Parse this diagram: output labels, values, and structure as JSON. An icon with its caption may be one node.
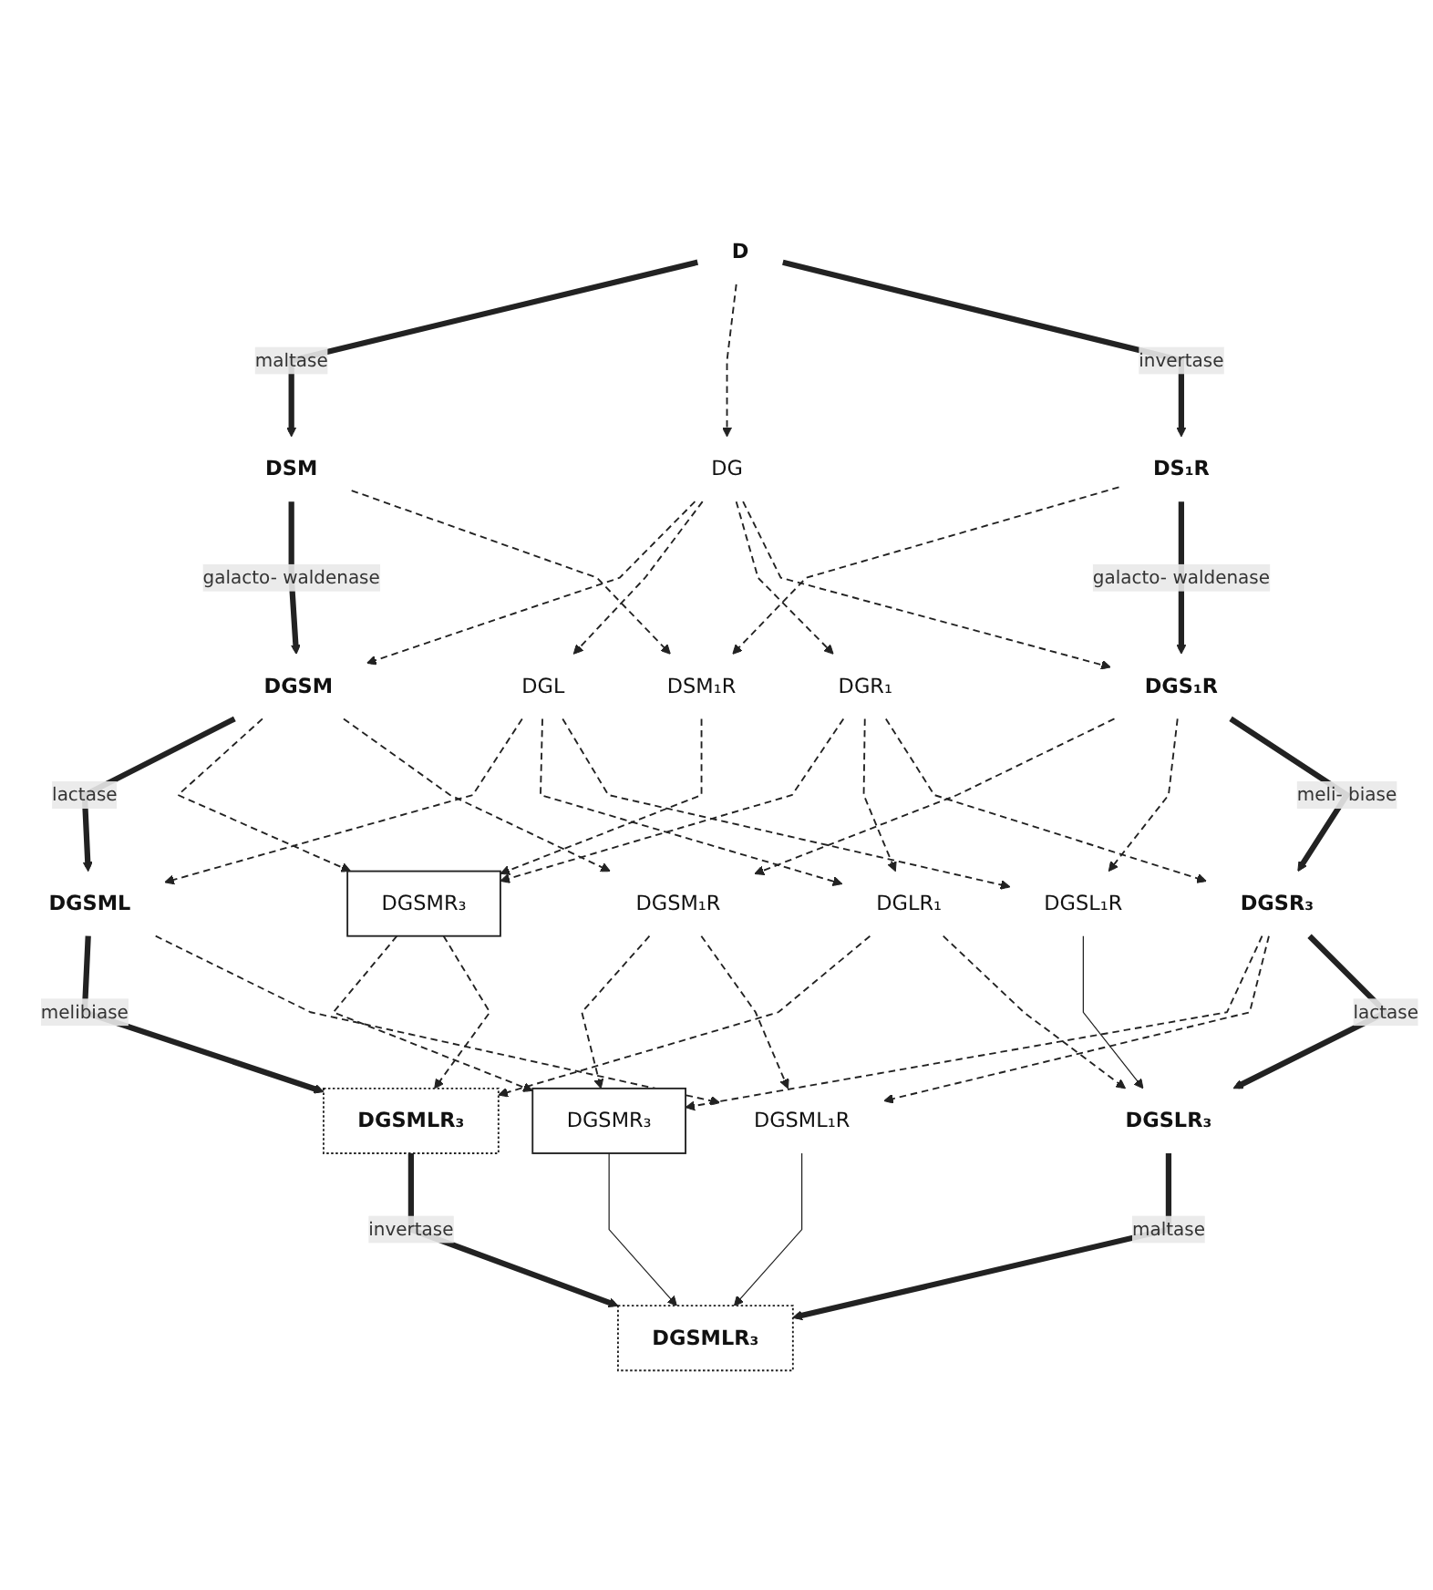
{
  "diagram": {
    "nodes": [
      {
        "text": [
          "D"
        ]
      },
      {
        "text": [
          "DSM"
        ]
      },
      {
        "text": [
          "DG"
        ]
      },
      {
        "text": [
          "DS₁R"
        ]
      },
      {
        "text": [
          "DGSM"
        ]
      },
      {
        "text": [
          "DGL"
        ]
      },
      {
        "text": [
          "DSM₁R"
        ]
      },
      {
        "text": [
          "DGR₁"
        ]
      },
      {
        "text": [
          "DGS₁R"
        ]
      },
      {
        "text": [
          "DGSML"
        ]
      },
      {
        "text": [
          "DGSMR₃"
        ]
      },
      {
        "text": [
          "DGSM₁R"
        ]
      },
      {
        "text": [
          "DGLR₁"
        ]
      },
      {
        "text": [
          "DGSL₁R"
        ]
      },
      {
        "text": [
          "DGSR₃"
        ]
      },
      {
        "text": [
          "DGSMR₃"
        ]
      },
      {
        "text": [
          "DGSMLR₃"
        ]
      },
      {
        "text": [
          "DGSML₁R"
        ]
      },
      {
        "text": [
          "DGSLR₃"
        ]
      },
      {
        "text": [
          "DGSMLR₃"
        ]
      }
    ],
    "edges": [
      {
        "from": 0,
        "to": 1,
        "arrow": "to",
        "label": "maltase",
        "style": "thick"
      },
      {
        "from": 0,
        "to": 2,
        "arrow": "to",
        "style": "dashed"
      },
      {
        "from": 0,
        "to": 3,
        "arrow": "to",
        "label": "invertase",
        "style": "thick"
      },
      {
        "from": 1,
        "to": 4,
        "arrow": "to",
        "label": "galacto- waldenase",
        "style": "thick"
      },
      {
        "from": 1,
        "to": 6,
        "arrow": "to",
        "style": "dashed"
      },
      {
        "from": 2,
        "to": 4,
        "arrow": "to",
        "style": "dashed"
      },
      {
        "from": 2,
        "to": 5,
        "arrow": "to",
        "style": "dashed"
      },
      {
        "from": 2,
        "to": 7,
        "arrow": "to",
        "style": "dashed"
      },
      {
        "from": 2,
        "to": 8,
        "arrow": "to",
        "style": "dashed"
      },
      {
        "from": 3,
        "to": 6,
        "arrow": "to",
        "style": "dashed"
      },
      {
        "from": 3,
        "to": 8,
        "arrow": "to",
        "label": "galacto- waldenase",
        "style": "thick"
      },
      {
        "from": 4,
        "to": 9,
        "arrow": "to",
        "label": "lactase",
        "style": "thick"
      },
      {
        "from": 4,
        "to": 10,
        "arrow": "to",
        "style": "dashed"
      },
      {
        "from": 4,
        "to": 11,
        "arrow": "to",
        "style": "dashed"
      },
      {
        "from": 5,
        "to": 9,
        "arrow": "to",
        "style": "dashed"
      },
      {
        "from": 5,
        "to": 12,
        "arrow": "to",
        "style": "dashed"
      },
      {
        "from": 5,
        "to": 13,
        "arrow": "to",
        "style": "dashed"
      },
      {
        "from": 6,
        "to": 10,
        "arrow": "to",
        "style": "dashed"
      },
      {
        "from": 7,
        "to": 10,
        "arrow": "to",
        "style": "dashed"
      },
      {
        "from": 7,
        "to": 12,
        "arrow": "to",
        "style": "dashed"
      },
      {
        "from": 7,
        "to": 14,
        "arrow": "to",
        "style": "dashed"
      },
      {
        "from": 8,
        "to": 11,
        "arrow": "to",
        "style": "dashed"
      },
      {
        "from": 8,
        "to": 13,
        "arrow": "to",
        "style": "dashed"
      },
      {
        "from": 8,
        "to": 14,
        "arrow": "to",
        "label": "meli- biase",
        "style": "thick"
      },
      {
        "from": 9,
        "to": 16,
        "arrow": "to",
        "label": "melibiase",
        "style": "thick"
      },
      {
        "from": 9,
        "to": 17,
        "arrow": "to",
        "style": "dashed"
      },
      {
        "from": 10,
        "to": 15,
        "arrow": "to",
        "style": "dashed"
      },
      {
        "from": 10,
        "to": 16,
        "arrow": "to",
        "style": "dashed"
      },
      {
        "from": 11,
        "to": 15,
        "arrow": "to",
        "style": "dashed"
      },
      {
        "from": 11,
        "to": 17,
        "arrow": "to",
        "style": "dashed"
      },
      {
        "from": 12,
        "to": 16,
        "arrow": "to",
        "style": "dashed"
      },
      {
        "from": 12,
        "to": 18,
        "arrow": "to",
        "style": "dashed"
      },
      {
        "from": 13,
        "to": 18,
        "arrow": "to"
      },
      {
        "from": 14,
        "to": 15,
        "arrow": "to",
        "style": "dashed"
      },
      {
        "from": 14,
        "to": 17,
        "arrow": "to",
        "style": "dashed"
      },
      {
        "from": 14,
        "to": 18,
        "arrow": "to",
        "label": "lactase",
        "style": "thick"
      },
      {
        "from": 15,
        "to": 19,
        "arrow": "to"
      },
      {
        "from": 16,
        "to": 19,
        "arrow": "to",
        "label": "invertase",
        "style": "thick"
      },
      {
        "from": 17,
        "to": 19,
        "arrow": "to"
      },
      {
        "from": 18,
        "to": 19,
        "arrow": "to",
        "label": "maltase",
        "style": "thick"
      }
    ]
  }
}
